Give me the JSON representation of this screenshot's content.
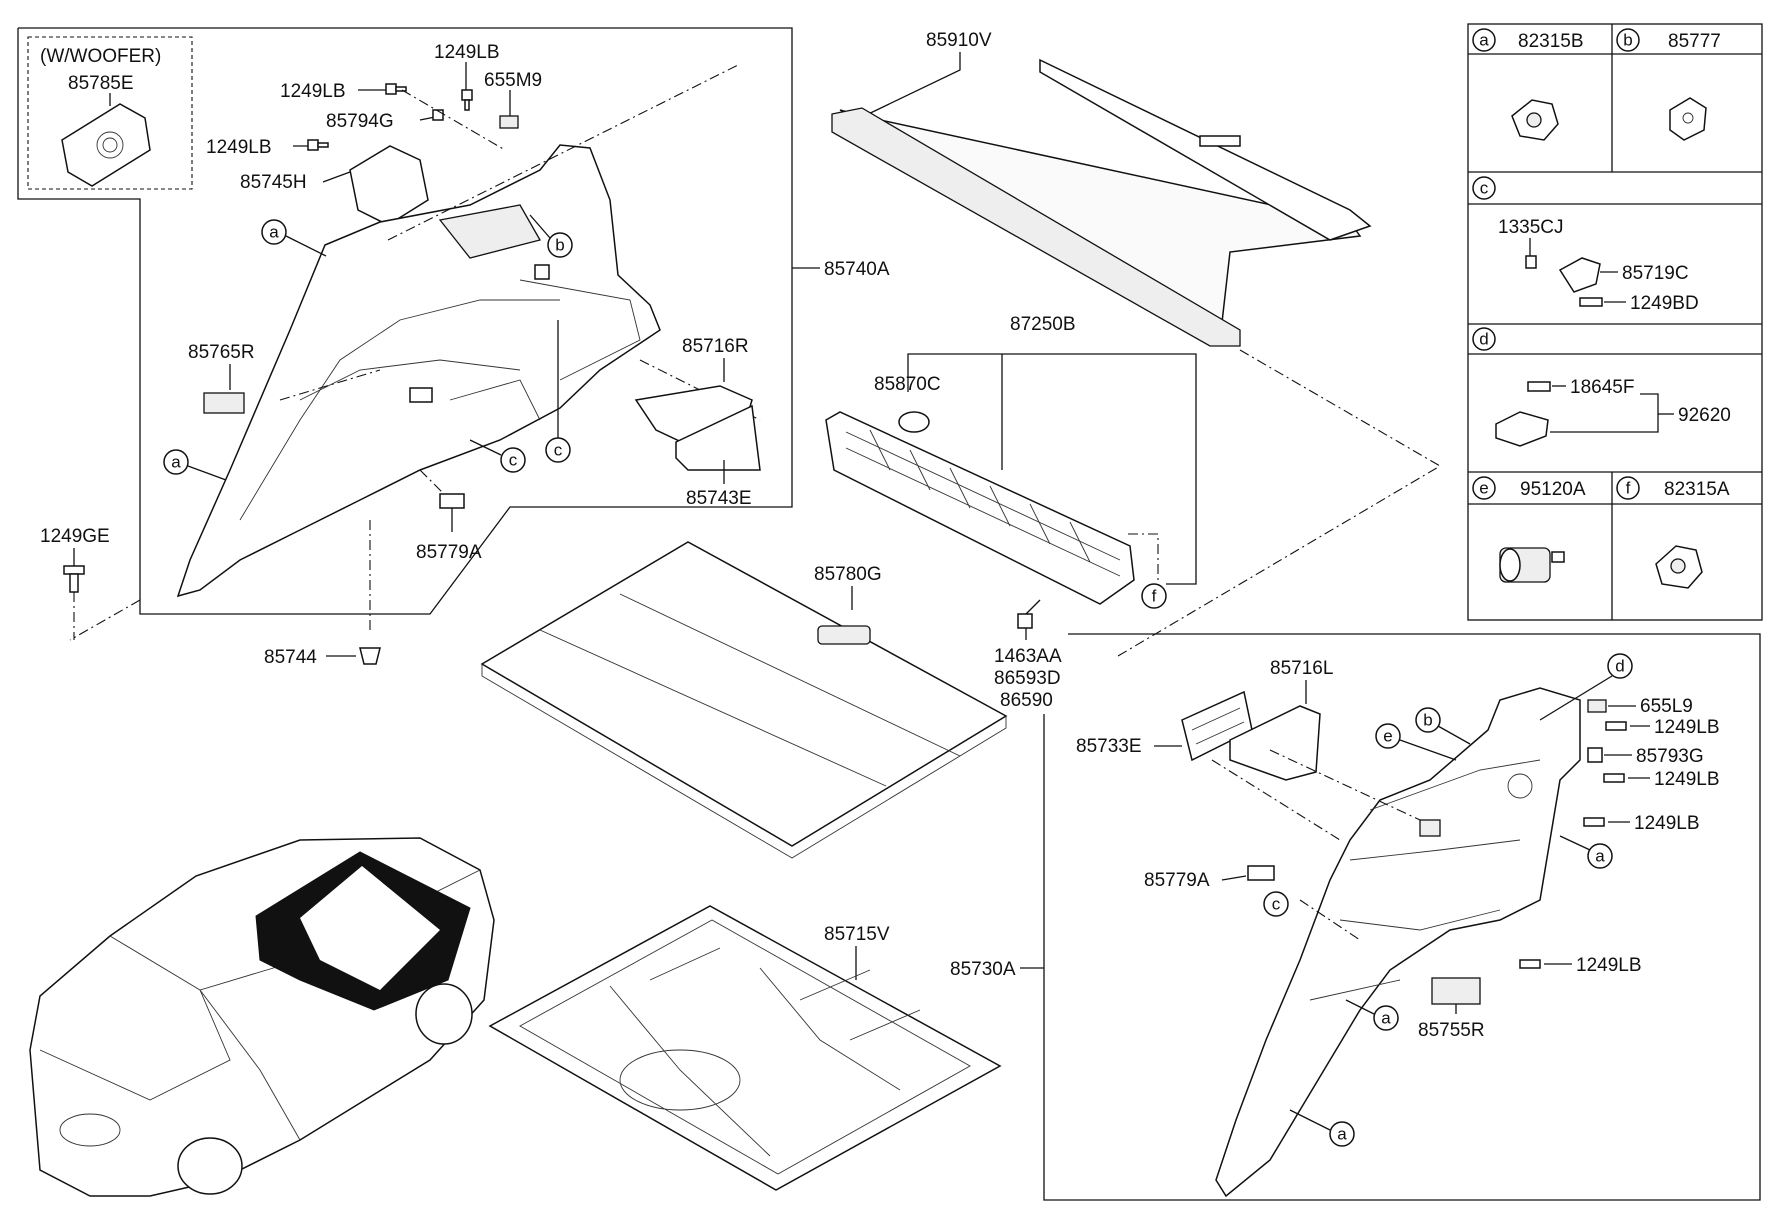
{
  "labels": {
    "woofer_note": "(W/WOOFER)",
    "p85785E": "85785E",
    "p1249LB_a": "1249LB",
    "p1249LB_b": "1249LB",
    "p655M9": "655M9",
    "p85794G": "85794G",
    "p1249LB_c": "1249LB",
    "p85745H": "85745H",
    "p85740A": "85740A",
    "p85765R": "85765R",
    "p85716R": "85716R",
    "p85743E": "85743E",
    "p85779A_l": "85779A",
    "p1249GE": "1249GE",
    "p85744": "85744",
    "p85910V": "85910V",
    "p87250B": "87250B",
    "p85870C": "85870C",
    "p1463AA": "1463AA",
    "p86593D": "86593D",
    "p86590": "86590",
    "p85780G": "85780G",
    "p85715V": "85715V",
    "p85730A": "85730A",
    "p85716L": "85716L",
    "p85733E": "85733E",
    "p655L9": "655L9",
    "p1249LB_r1": "1249LB",
    "p85793G": "85793G",
    "p1249LB_r2": "1249LB",
    "p1249LB_r3": "1249LB",
    "p85779A_r": "85779A",
    "p1249LB_r4": "1249LB",
    "p85755R": "85755R"
  },
  "callouts": {
    "a": "a",
    "b": "b",
    "c": "c",
    "d": "d",
    "e": "e",
    "f": "f"
  },
  "legend": {
    "a_part": "82315B",
    "b_part": "85777",
    "c_p1": "1335CJ",
    "c_p2": "85719C",
    "c_p3": "1249BD",
    "d_p1": "18645F",
    "d_p2": "92620",
    "e_part": "95120A",
    "f_part": "82315A"
  }
}
